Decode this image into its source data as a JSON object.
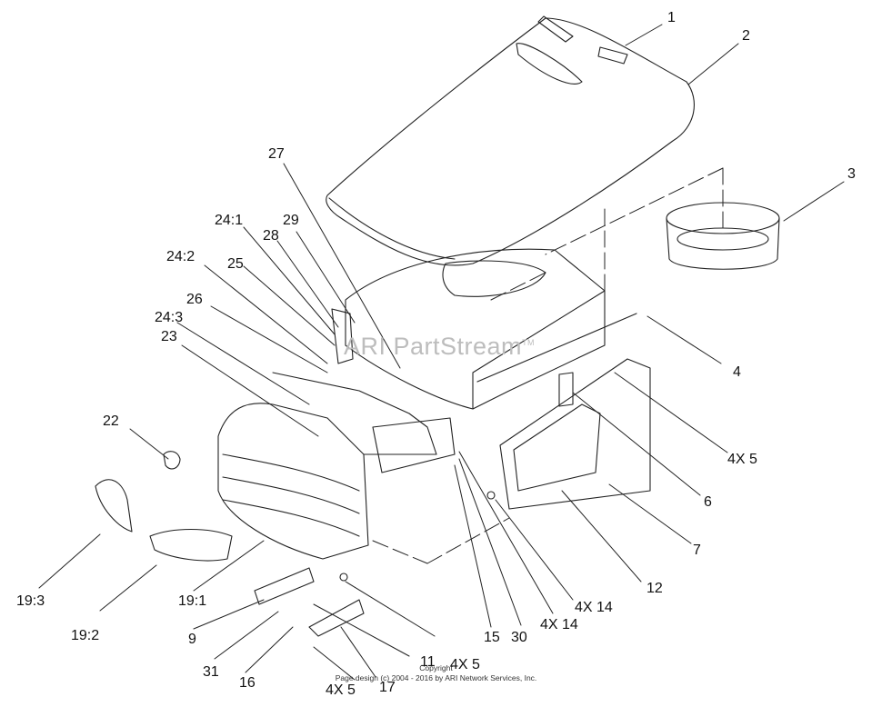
{
  "diagram": {
    "labels": {
      "l1": "1",
      "l2": "2",
      "l3": "3",
      "l4": "4",
      "l4x5a": "4X 5",
      "l6": "6",
      "l7": "7",
      "l12": "12",
      "l4x14a": "4X 14",
      "l4x14b": "4X 14",
      "l30": "30",
      "l15": "15",
      "l4x5b": "4X 5",
      "l11": "11",
      "l17": "17",
      "l4x5c": "4X 5",
      "l16": "16",
      "l31": "31",
      "l9": "9",
      "l19_1": "19:1",
      "l19_2": "19:2",
      "l19_3": "19:3",
      "l22": "22",
      "l23": "23",
      "l24_3": "24:3",
      "l26": "26",
      "l24_2": "24:2",
      "l25": "25",
      "l24_1": "24:1",
      "l28": "28",
      "l29": "29",
      "l27": "27"
    },
    "watermark": "ARI PartStream",
    "watermark_tm": "TM",
    "copyright": "Copyright",
    "footer": "Page design (c) 2004 - 2016 by ARI Network Services, Inc."
  }
}
